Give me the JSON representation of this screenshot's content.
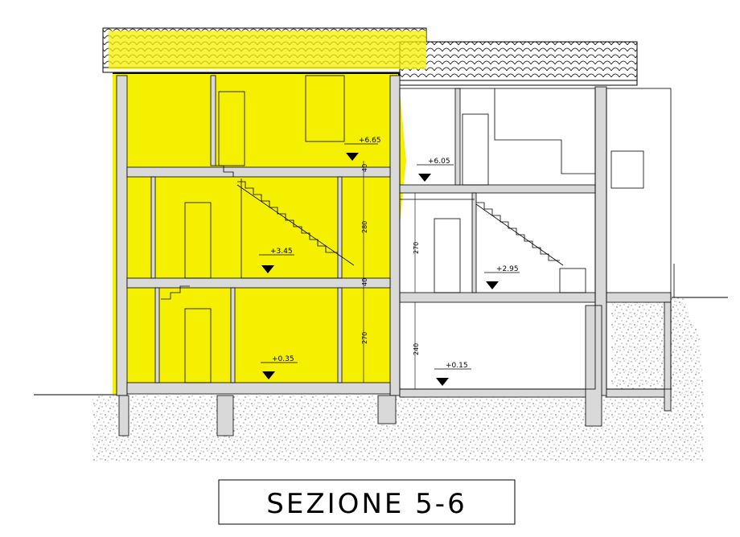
{
  "title": "SEZIONE 5-6",
  "colors": {
    "highlight": "#f5f000",
    "wall": "#d9d9d9",
    "line": "#000000",
    "ground": "#777777"
  },
  "levels": [
    {
      "id": "l665",
      "label": "+6.65"
    },
    {
      "id": "l605",
      "label": "+6.05"
    },
    {
      "id": "l345",
      "label": "+3.45"
    },
    {
      "id": "l295",
      "label": "+2.95"
    },
    {
      "id": "l035",
      "label": "+0.35"
    },
    {
      "id": "l015",
      "label": "+0.15"
    }
  ],
  "dimensions": [
    {
      "id": "d40a",
      "label": "40"
    },
    {
      "id": "d280",
      "label": "280"
    },
    {
      "id": "d40b",
      "label": "40"
    },
    {
      "id": "d270a",
      "label": "270"
    },
    {
      "id": "d270b",
      "label": "270"
    },
    {
      "id": "d240",
      "label": "240"
    }
  ],
  "icons": {
    "level_marker": "level-triangle-icon"
  }
}
